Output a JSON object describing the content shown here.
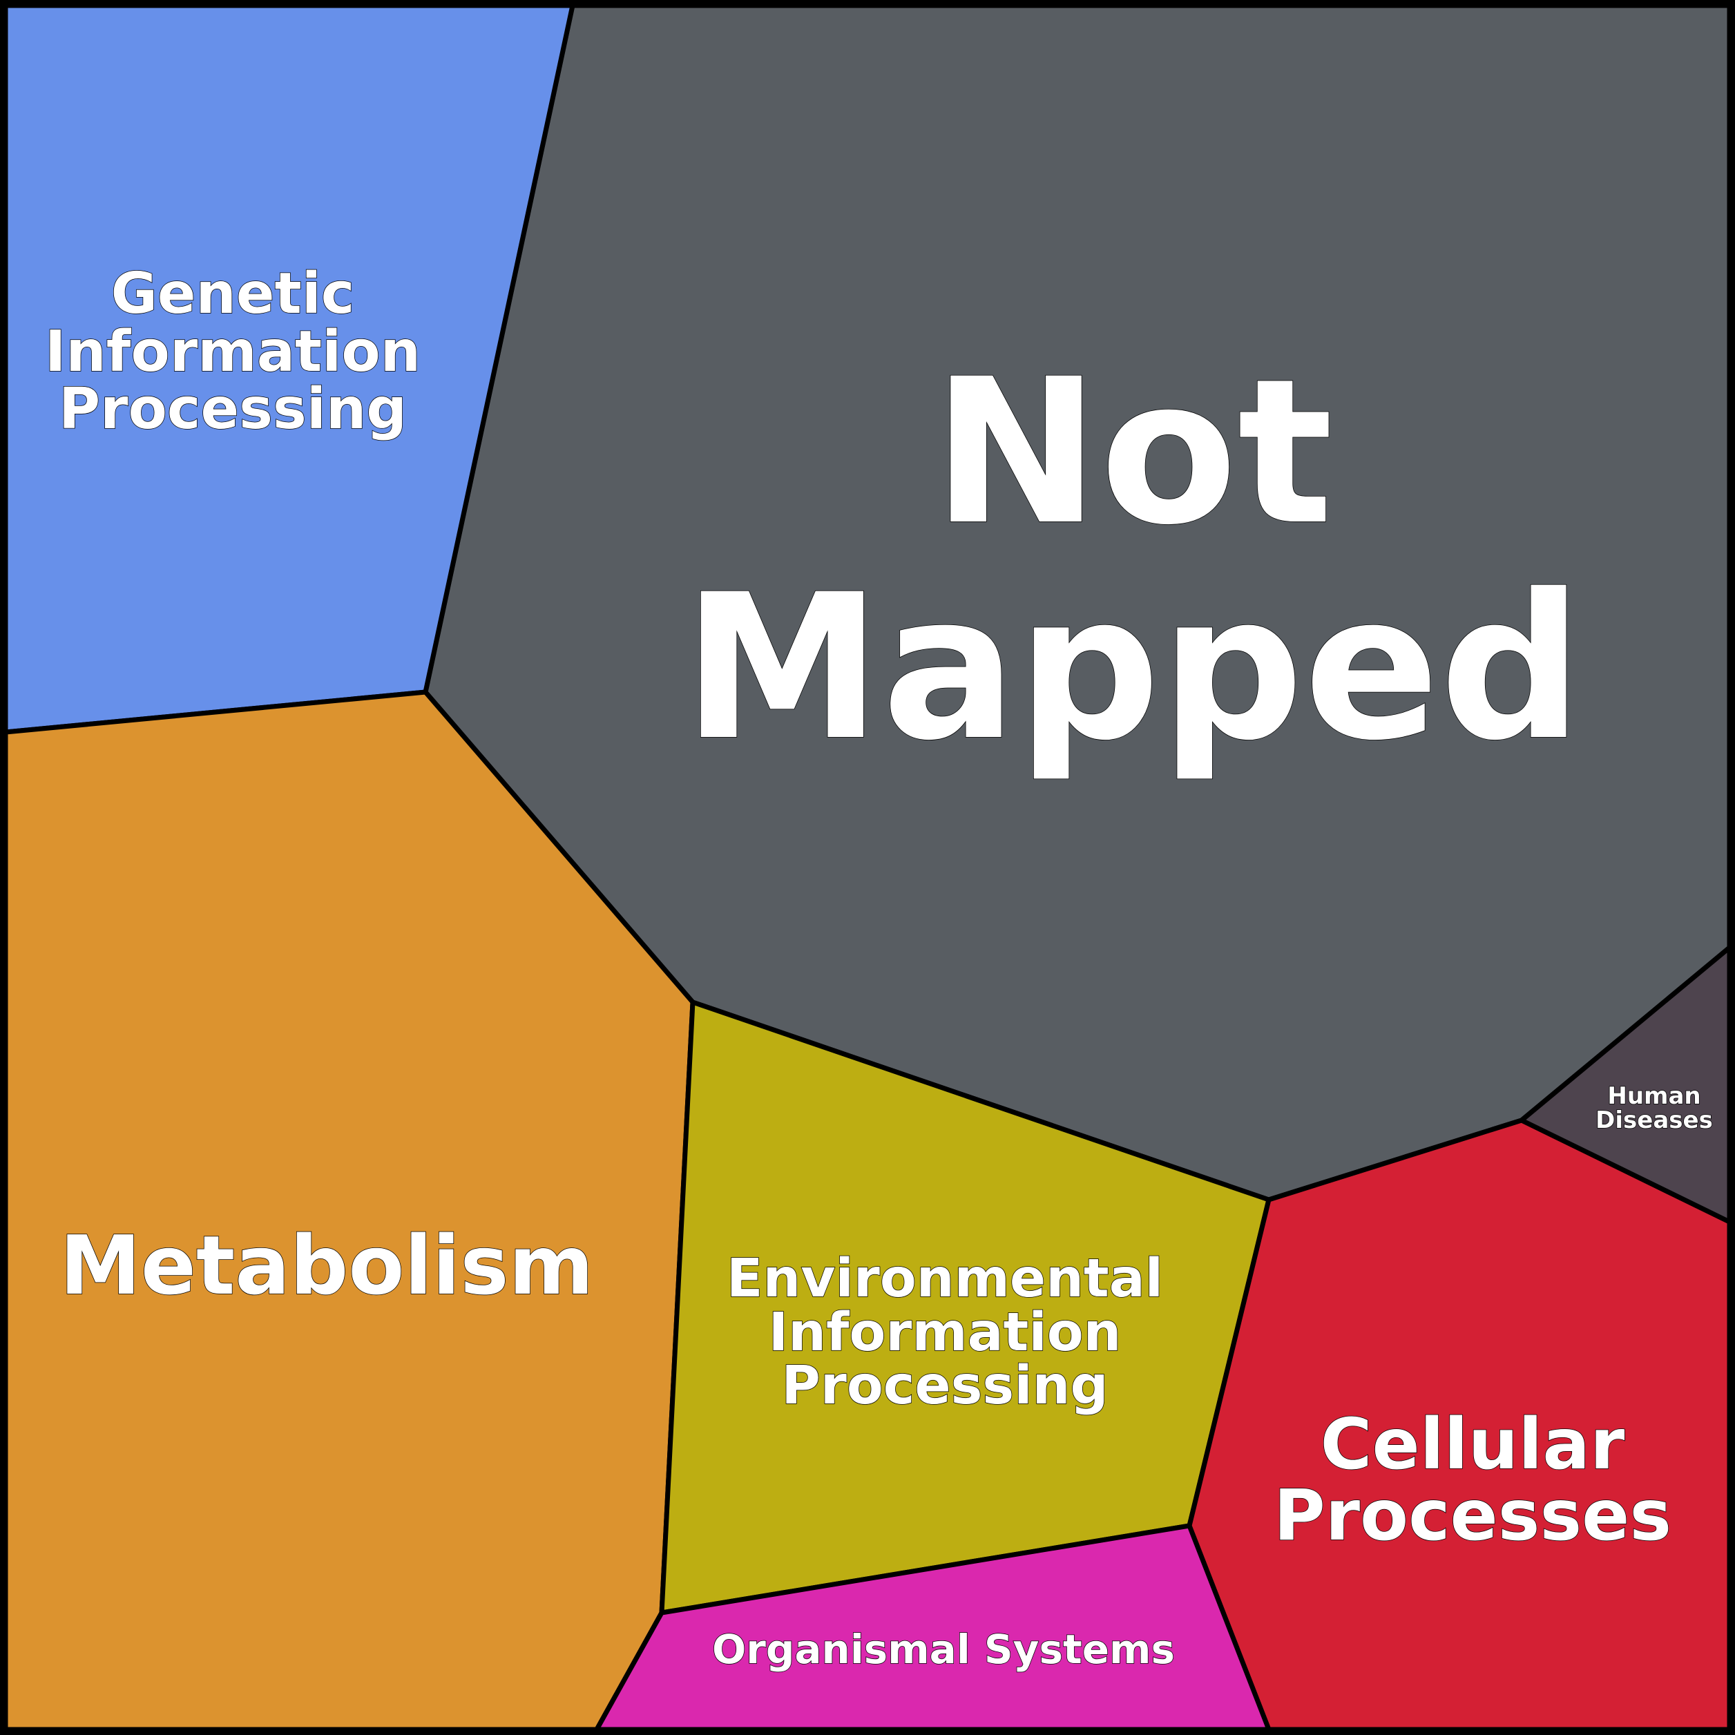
{
  "chart_data": {
    "type": "voronoi-treemap",
    "title": "",
    "cells": [
      {
        "id": "not-mapped",
        "lines": [
          "Not",
          "Mapped"
        ],
        "color": "#585d62"
      },
      {
        "id": "genetic-information-processing",
        "lines": [
          "Genetic",
          "Information",
          "Processing"
        ],
        "color": "#6790ea"
      },
      {
        "id": "metabolism",
        "lines": [
          "Metabolism"
        ],
        "color": "#dc932f"
      },
      {
        "id": "environmental-information-processing",
        "lines": [
          "Environmental",
          "Information",
          "Processing"
        ],
        "color": "#bdae12"
      },
      {
        "id": "cellular-processes",
        "lines": [
          "Cellular",
          "Processes"
        ],
        "color": "#d42034"
      },
      {
        "id": "human-diseases",
        "lines": [
          "Human",
          "Diseases"
        ],
        "color": "#4e444e"
      },
      {
        "id": "organismal-systems",
        "lines": [
          "Organismal Systems"
        ],
        "color": "#da28ae"
      }
    ]
  }
}
